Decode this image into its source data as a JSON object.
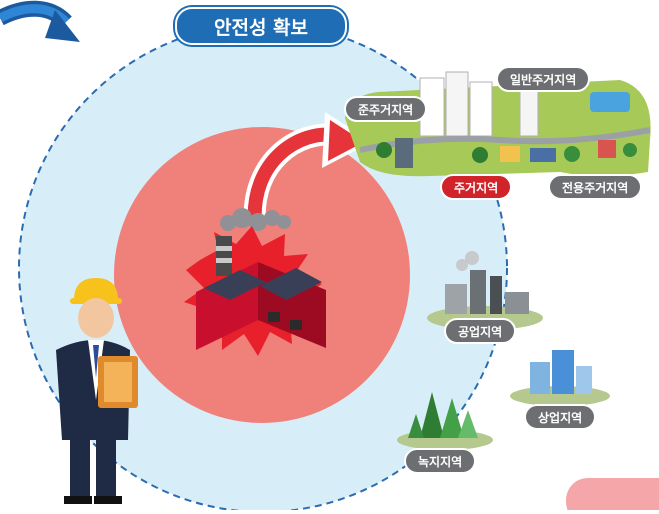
{
  "title": "안전성 확보",
  "zones": {
    "residential": "주거지역",
    "semi_residential": "준주거지역",
    "general_residential": "일반주거지역",
    "exclusive_residential": "전용주거지역",
    "industrial": "공업지역",
    "commercial": "상업지역",
    "green": "녹지지역"
  },
  "colors": {
    "title_blue": "#1e6db5",
    "outer_circle": "#d7eef9",
    "inner_circle": "#f0807a",
    "residential_red": "#d0232a",
    "label_gray": "#6d6e71"
  }
}
